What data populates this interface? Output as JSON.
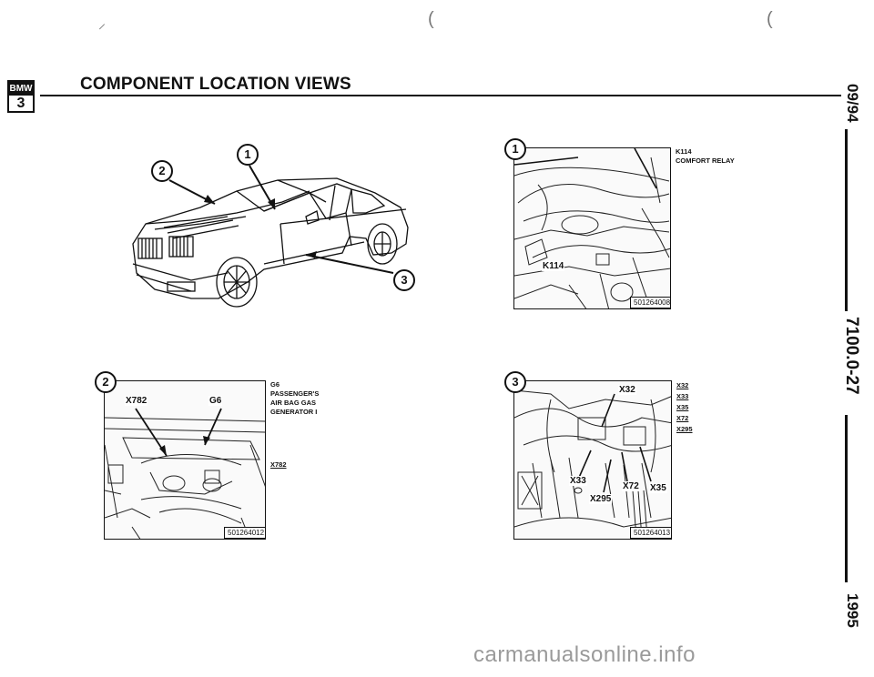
{
  "header": {
    "logo_top": "BMW",
    "logo_bottom": "3",
    "title": "COMPONENT LOCATION VIEWS"
  },
  "margin": {
    "date": "09/94",
    "page_number": "7100.0-27",
    "year": "1995"
  },
  "callouts": {
    "one": "1",
    "two": "2",
    "three": "3"
  },
  "panel1": {
    "caption_code": "K114",
    "caption_text": "COMFORT RELAY",
    "photo_label": "K114",
    "ref": "501264008"
  },
  "panel2": {
    "caption_code": "G6",
    "caption_text": "PASSENGER'S\nAIR BAG GAS\nGENERATOR I",
    "legend_item": "X782",
    "photo_label_left": "X782",
    "photo_label_right": "G6",
    "ref": "501264012"
  },
  "panel3": {
    "legend": [
      "X32",
      "X33",
      "X35",
      "X72",
      "X295"
    ],
    "photo_labels": {
      "x32": "X32",
      "x33": "X33",
      "x72": "X72",
      "x35": "X35",
      "x295": "X295"
    },
    "ref": "501264013"
  },
  "footer": {
    "watermark": "carmanualsonline.info"
  }
}
